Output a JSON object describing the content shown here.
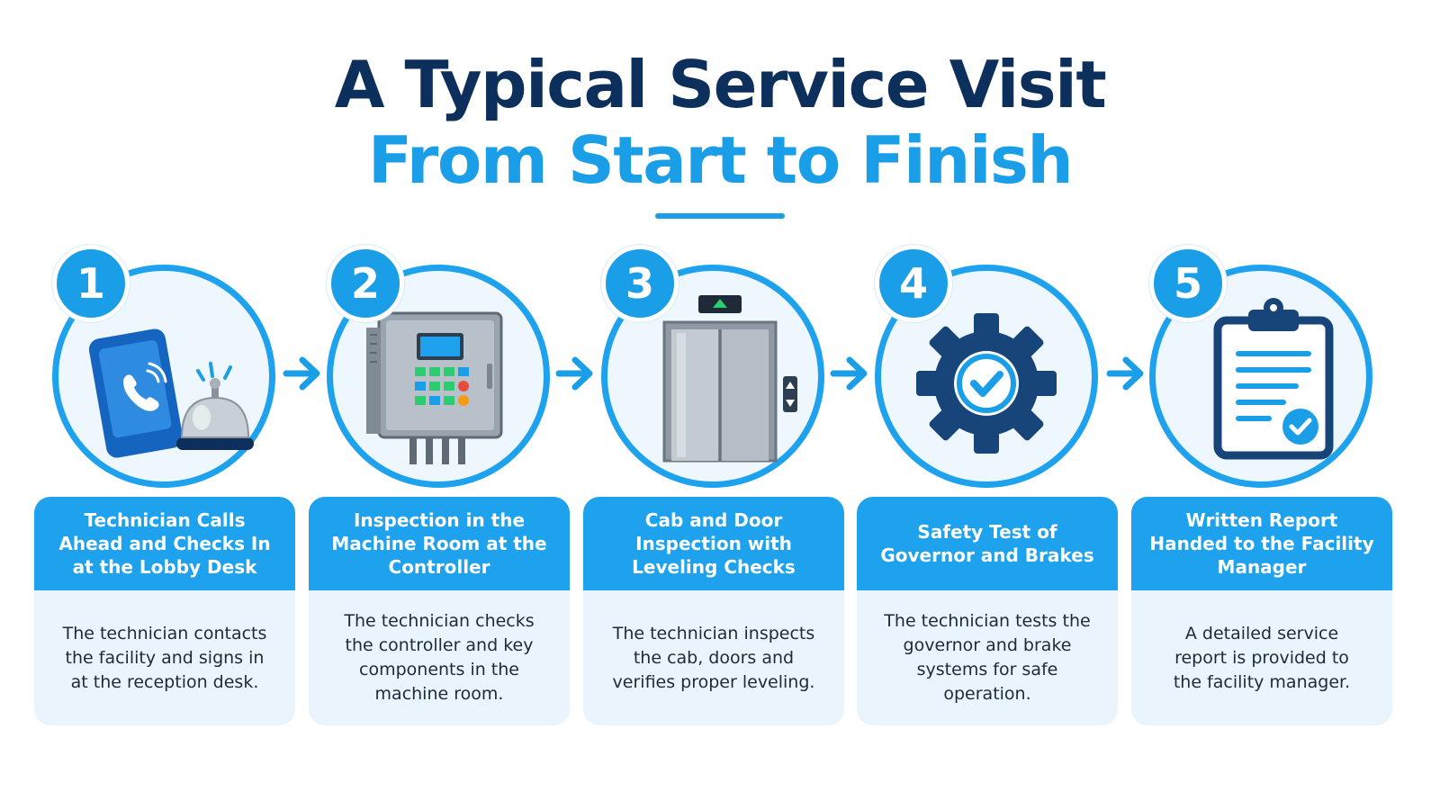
{
  "title": {
    "line1": "A Typical Service Visit",
    "line2": "From Start to Finish"
  },
  "colors": {
    "navy": "#0d2f5c",
    "accent_blue": "#1a9ee8",
    "card_body": "#eaf4fc",
    "circle_fill": "#eef7fd"
  },
  "steps": [
    {
      "number": "1",
      "icon": "phone-and-service-bell-icon",
      "heading": "Technician Calls Ahead and Checks In at the Lobby Desk",
      "description": "The technician contacts the facility and signs in at the reception desk."
    },
    {
      "number": "2",
      "icon": "elevator-controller-panel-icon",
      "heading": "Inspection in the Machine Room at the Controller",
      "description": "The technician checks the controller and key components in the machine room."
    },
    {
      "number": "3",
      "icon": "elevator-doors-icon",
      "heading": "Cab and Door Inspection with Leveling Checks",
      "description": "The technician inspects the cab, doors and verifies proper leveling."
    },
    {
      "number": "4",
      "icon": "gear-checkmark-icon",
      "heading": "Safety Test of Governor and Brakes",
      "description": "The technician tests the governor and brake systems for safe operation."
    },
    {
      "number": "5",
      "icon": "clipboard-report-icon",
      "heading": "Written Report Handed to the Facility Manager",
      "description": "A detailed service report is provided to the facility manager."
    }
  ]
}
